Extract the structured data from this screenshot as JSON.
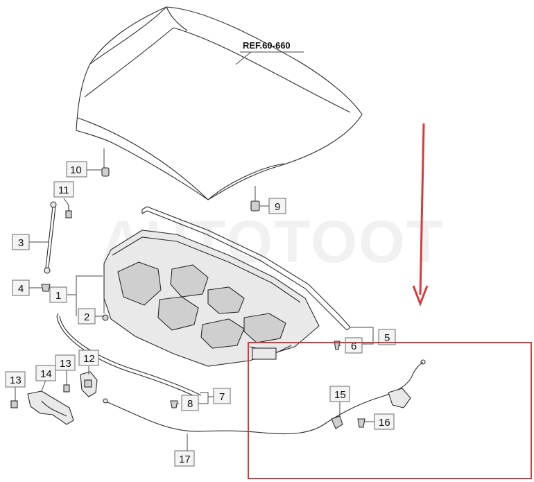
{
  "reference": "REF.60-660",
  "watermark": "AUTOTOOT",
  "callouts": {
    "c1": "1",
    "c2": "2",
    "c3": "3",
    "c4": "4",
    "c5": "5",
    "c6": "6",
    "c7": "7",
    "c8": "8",
    "c9": "9",
    "c10": "10",
    "c11": "11",
    "c12": "12",
    "c13a": "13",
    "c13b": "13",
    "c14": "14",
    "c15": "15",
    "c16": "16",
    "c17": "17"
  },
  "highlight": {
    "color": "#d9393b"
  },
  "arrow": {
    "color": "#d9393b"
  }
}
